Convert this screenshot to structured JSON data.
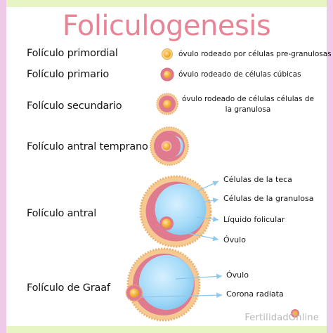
{
  "title": "Foliculogenesis",
  "stages": [
    {
      "label": "Folículo primordial",
      "description": "óvulo rodeado por células pre-granulosas"
    },
    {
      "label": "Folículo primario",
      "description": "óvulo rodeado de células cúbicas"
    },
    {
      "label": "Folículo secundario",
      "description": "óvulo rodeado de células células de la granulosa"
    },
    {
      "label": "Folículo antral temprano"
    },
    {
      "label": "Folículo antral"
    },
    {
      "label": "Folículo de Graaf"
    }
  ],
  "antral_parts": [
    "Células de la teca",
    "Células de la granulosa",
    "Líquido folicular",
    "Óvulo"
  ],
  "graaf_parts": [
    "Óvulo",
    "Corona radiata"
  ],
  "brand": "FertilidadOnline",
  "colors": {
    "green_band": "#e6f5c3",
    "pink_band": "#f0c8e8",
    "title": "#e98497",
    "granulosa": "#e07a8f",
    "theca": "#f3c58b",
    "fluid": "#9dd6f6",
    "ovum": "#f5b43a",
    "arrow": "#8fc8ea"
  },
  "icons": [
    "ovum-icon",
    "follicle-icon",
    "arrow-icon"
  ]
}
